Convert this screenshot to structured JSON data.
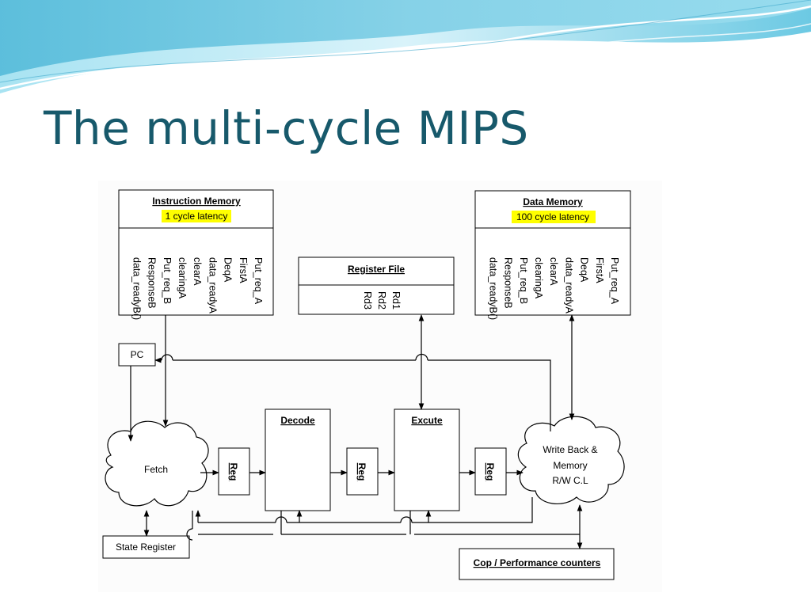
{
  "slide": {
    "title": "The multi-cycle MIPS"
  },
  "diagram": {
    "instruction_memory": {
      "title": "Instruction Memory",
      "latency": "1 cycle latency",
      "signals": [
        "Put_req_A",
        "FirstA",
        "DeqA",
        "data_readyA",
        "clearA",
        "clearingA",
        "Put_req_B",
        "ResponseB",
        "data_readyB()"
      ]
    },
    "data_memory": {
      "title": "Data Memory",
      "latency": "100 cycle latency",
      "signals": [
        "Put_req_A",
        "FirstA",
        "DeqA",
        "data_readyA",
        "clearA",
        "clearingA",
        "Put_req_B",
        "ResponseB",
        "data_readyB()"
      ]
    },
    "register_file": {
      "title": "Register File",
      "ports": [
        "Rd1",
        "Rd2",
        "Rd3"
      ]
    },
    "pc": "PC",
    "fetch": "Fetch",
    "decode": "Decode",
    "execute": "Excute",
    "writeback": [
      "Write Back &",
      "Memory",
      "R/W C.L"
    ],
    "reg_label": "Reg",
    "state_register": "State Register",
    "cop_counters": "Cop / Performance counters"
  },
  "colors": {
    "title": "#17596b",
    "highlight": "#ffff00",
    "banner_light": "#cfeef7",
    "banner_mid": "#7fd0e6"
  }
}
